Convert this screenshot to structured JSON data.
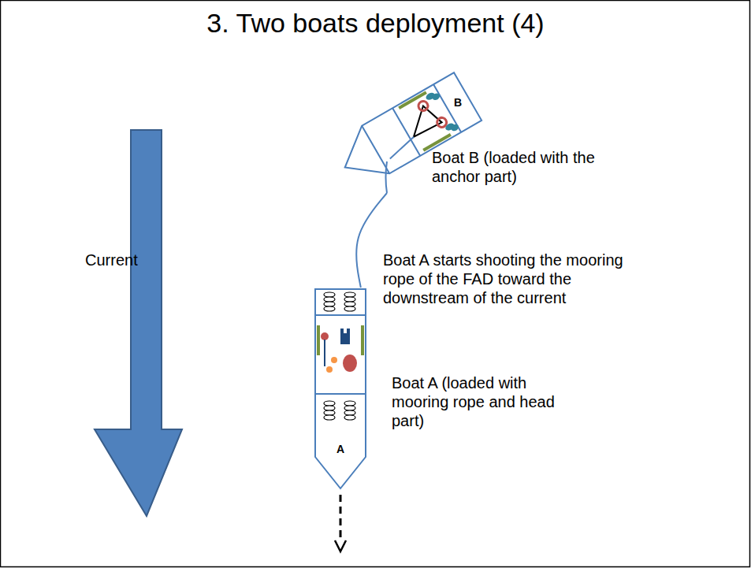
{
  "diagram": {
    "title": "3. Two boats deployment (4)",
    "nodes": [
      {
        "text": [
          "B"
        ]
      },
      {
        "text": [
          "A"
        ]
      }
    ],
    "edges": [
      {
        "from": 0,
        "to": 1,
        "arrow": "none"
      }
    ],
    "labels": [
      "Current",
      "Boat B (loaded with the anchor part)",
      "Boat A starts shooting the mooring rope of the FAD toward the downstream of the current",
      "Boat A (loaded with mooring rope and head part)"
    ]
  }
}
